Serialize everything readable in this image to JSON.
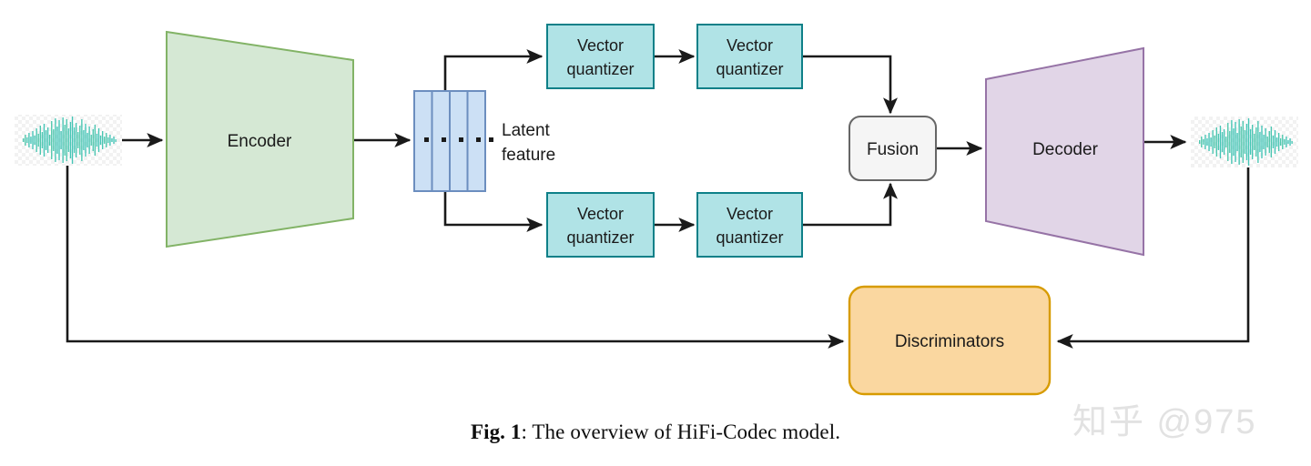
{
  "figure": {
    "caption_prefix": "Fig. 1",
    "caption_text": ": The overview of HiFi-Codec model.",
    "watermark": "知乎 @975"
  },
  "nodes": {
    "input_waveform": {
      "name": "input audio waveform",
      "label": ""
    },
    "encoder": {
      "label": "Encoder",
      "fill": "#d5e8d4",
      "stroke": "#82b366"
    },
    "latent": {
      "label_line1": "Latent",
      "label_line2": "feature",
      "fill": "#cce0f5",
      "stroke": "#6c8ebf",
      "columns": 4,
      "dots": 6
    },
    "vq_top_1": {
      "label_line1": "Vector",
      "label_line2": "quantizer",
      "fill": "#b0e3e6",
      "stroke": "#0e8088"
    },
    "vq_top_2": {
      "label_line1": "Vector",
      "label_line2": "quantizer",
      "fill": "#b0e3e6",
      "stroke": "#0e8088"
    },
    "vq_bottom_1": {
      "label_line1": "Vector",
      "label_line2": "quantizer",
      "fill": "#b0e3e6",
      "stroke": "#0e8088"
    },
    "vq_bottom_2": {
      "label_line1": "Vector",
      "label_line2": "quantizer",
      "fill": "#b0e3e6",
      "stroke": "#0e8088"
    },
    "fusion": {
      "label": "Fusion",
      "fill": "#f5f5f5",
      "stroke": "#666666"
    },
    "decoder": {
      "label": "Decoder",
      "fill": "#e1d5e7",
      "stroke": "#9673a6"
    },
    "discriminators": {
      "label": "Discriminators",
      "fill": "#fad7a0",
      "stroke": "#d79b00"
    },
    "output_waveform": {
      "name": "output audio waveform",
      "label": ""
    }
  },
  "colors": {
    "edge": "#1a1a1a",
    "waveform_a": "#3fbfa8",
    "waveform_b": "#58c8a0",
    "waveform_c": "#49c0bd",
    "background": "#ffffff"
  }
}
